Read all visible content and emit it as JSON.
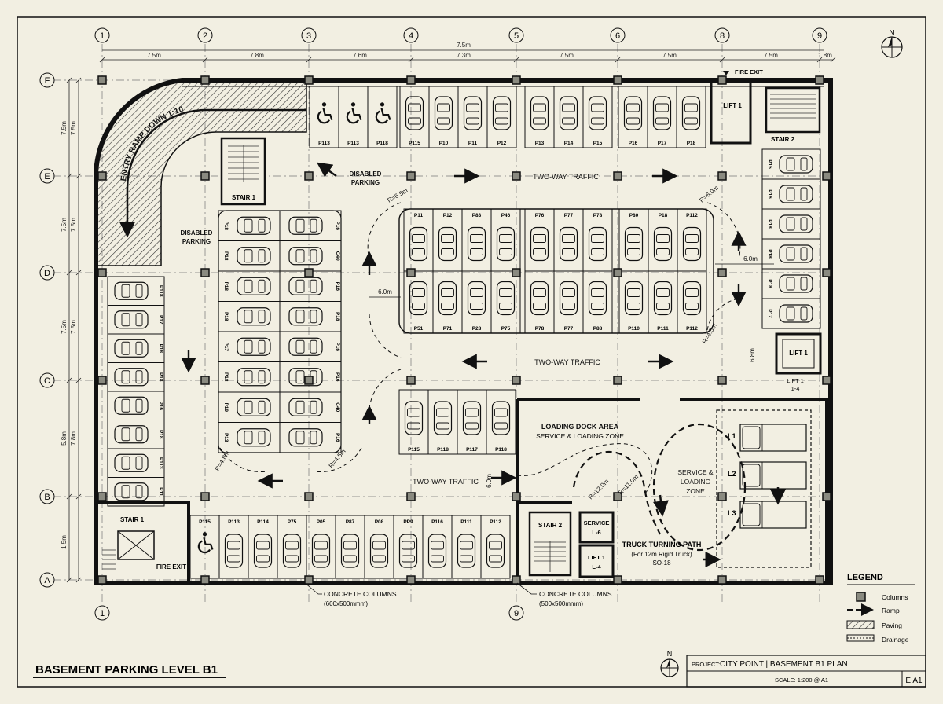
{
  "grid": {
    "cols": [
      "1",
      "2",
      "3",
      "4",
      "5",
      "6",
      "8",
      "9"
    ],
    "rows": [
      "F",
      "E",
      "D",
      "C",
      "B",
      "A"
    ],
    "overall_dim": "7.5m",
    "top_dims": [
      "7.5m",
      "7.8m",
      "7.6m",
      "7.3m",
      "7.5m",
      "7.5m",
      "7.5m",
      "1.8m"
    ],
    "left_outer": [
      "7.5m",
      "7.5m",
      "7.5m",
      "5.8m",
      "1.5m"
    ],
    "left_inner": [
      "7.5m",
      "7.5m",
      "7.5m",
      "7.8m"
    ],
    "bottom_cols": [
      "1",
      "9"
    ]
  },
  "labels": {
    "entry_ramp": "ENTRY RAMP DOWN 1:10",
    "stair1_top": "STAIR 1",
    "stair1_bottom": "STAIR 1",
    "stair2_top": "STAIR 2",
    "stair2_bottom": "STAIR 2",
    "lift1_top": "LIFT 1",
    "lift_right": "LIFT 1",
    "lift_right_note_a": "LIFT 1",
    "lift_right_note_b": "1-4",
    "lift_bottom": "LIFT 1",
    "lift_bottom_sub": "L-4",
    "service": "SERVICE",
    "service_sub": "L-6",
    "fire_exit_top": "FIRE EXIT",
    "fire_exit_bottom": "FIRE EXIT",
    "disabled_top_a": "DISABLED",
    "disabled_top_b": "PARKING",
    "disabled_left_a": "DISABLED",
    "disabled_left_b": "PARKING",
    "traffic_top": "TWO-WAY TRAFFIC",
    "traffic_mid": "TWO-WAY TRAFFIC",
    "traffic_bottom": "TWO-WAY TRAFFIC",
    "dim_6m_left": "6.0m",
    "dim_6m_right": "6.0m",
    "dim_6m_vert": "6.0m",
    "dim_68m": "6.8m",
    "r_tl": "R=6.5m",
    "r_tr": "R=6.0m",
    "r_mr": "R=4.5m",
    "r_bl1": "R=4.8m",
    "r_bl2": "R=4.5m",
    "r_t1": "R=12.0m",
    "r_t2": "R=11.0m",
    "loading_dock_a": "LOADING DOCK AREA",
    "loading_dock_b": "SERVICE & LOADING ZONE",
    "service_zone_a": "SERVICE &",
    "service_zone_b": "LOADING",
    "service_zone_c": "ZONE",
    "truck_a": "TRUCK TURNING PATH",
    "truck_b": "(For 12m Rigid Truck)",
    "truck_c": "SO-18",
    "bays": [
      "L1",
      "L2",
      "L3"
    ],
    "columns_note_a": "CONCRETE COLUMNS",
    "columns_note_b": "(600x500mmm)",
    "columns_note2_a": "CONCRETE COLUMNS",
    "columns_note2_b": "(500x500mmm)",
    "north": "N"
  },
  "parking": {
    "top_disabled": [
      "P113",
      "P113",
      "P118"
    ],
    "top_row": [
      "P115",
      "P10",
      "P11",
      "P12",
      "P13",
      "P14",
      "P15",
      "P16",
      "P17",
      "P18"
    ],
    "island_top": [
      "P11",
      "P12",
      "P83",
      "P46",
      "P76",
      "P77",
      "P78",
      "P80",
      "P18",
      "P112"
    ],
    "island_bottom": [
      "P51",
      "P71",
      "P28",
      "P75",
      "P78",
      "P77",
      "P88",
      "P110",
      "P111",
      "P112"
    ],
    "left_col_a": [
      "P18",
      "P18",
      "P18",
      "P18",
      "P17",
      "P18",
      "P19",
      "P13"
    ],
    "left_col_b": [
      "P16",
      "C40",
      "P16",
      "P18",
      "P16",
      "P16",
      "C40",
      "P16"
    ],
    "far_left": [
      "P118",
      "P17",
      "P18",
      "P18",
      "P16",
      "P18",
      "P113",
      "P11"
    ],
    "right_col": [
      "P15",
      "P16",
      "P18",
      "P18",
      "P18",
      "P17"
    ],
    "mid_lower": [
      "P115",
      "P118",
      "P117",
      "P118"
    ],
    "bottom_row": [
      "P115",
      "P113",
      "P114",
      "P75",
      "P05",
      "P87",
      "P08",
      "PP9",
      "P116",
      "P111",
      "P112"
    ]
  },
  "legend": {
    "title": "LEGEND",
    "items": [
      "Columns",
      "Ramp",
      "Paving",
      "Drainage"
    ]
  },
  "title_block": {
    "sheet_title": "BASEMENT PARKING LEVEL B1",
    "project_label": "PROJECT:",
    "project": "CITY POINT | BASEMENT B1 PLAN",
    "scale": "SCALE: 1:200 @ A1",
    "sheet_no": "E A1"
  },
  "colors": {
    "paper": "#f2efe2",
    "ink": "#1a1a1a",
    "column": "#8a8a80"
  }
}
